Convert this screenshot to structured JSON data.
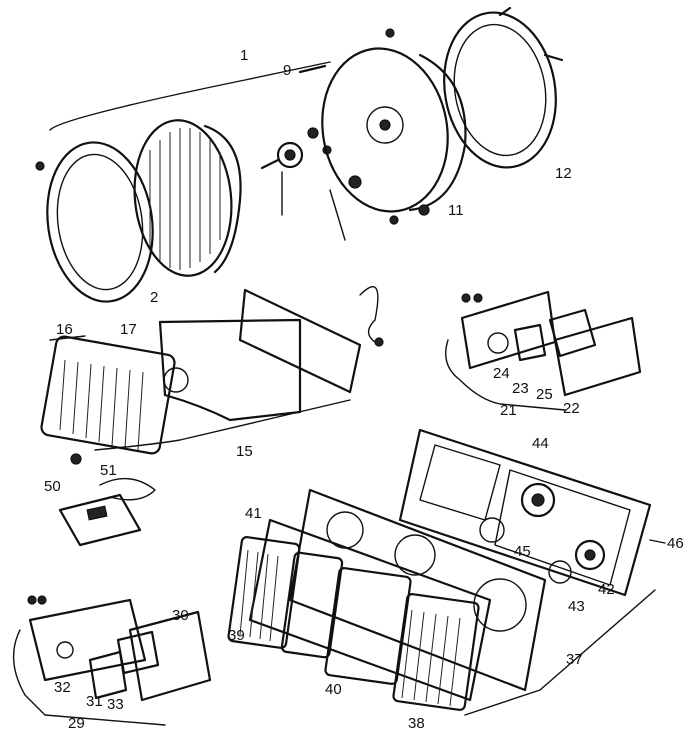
{
  "labels": {
    "l1": "1",
    "l2": "2",
    "l9": "9",
    "l11": "11",
    "l12": "12",
    "l15": "15",
    "l16": "16",
    "l17": "17",
    "l21": "21",
    "l22": "22",
    "l23": "23",
    "l24": "24",
    "l25": "25",
    "l29": "29",
    "l30": "30",
    "l31": "31",
    "l32": "32",
    "l33": "33",
    "l37": "37",
    "l38": "38",
    "l39": "39",
    "l40": "40",
    "l41": "41",
    "l42": "42",
    "l43": "43",
    "l44": "44",
    "l45": "45",
    "l46": "46",
    "l50": "50",
    "l51": "51"
  }
}
